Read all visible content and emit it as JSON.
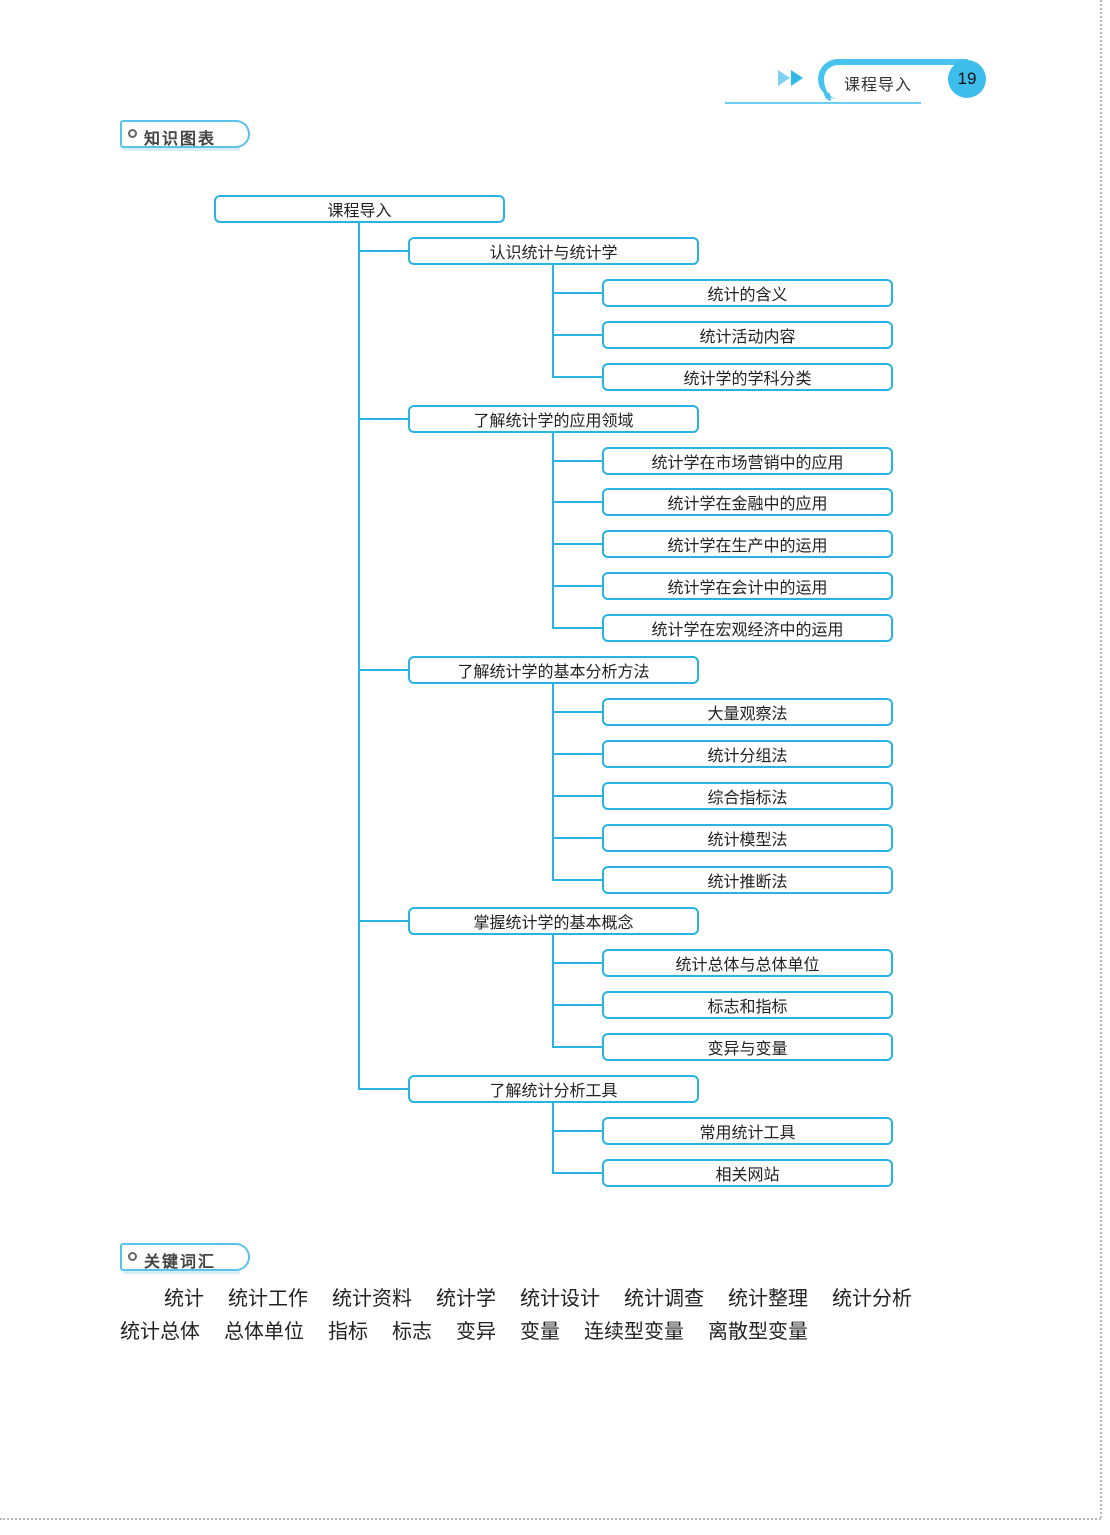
{
  "header": {
    "section_title": "课程导入",
    "page_number": "19",
    "icons": [
      "double-arrow-icon"
    ]
  },
  "knowledge_chart": {
    "label": "知识图表",
    "root": "课程导入",
    "branches": [
      {
        "label": "认识统计与统计学",
        "children": [
          "统计的含义",
          "统计活动内容",
          "统计学的学科分类"
        ]
      },
      {
        "label": "了解统计学的应用领域",
        "children": [
          "统计学在市场营销中的应用",
          "统计学在金融中的应用",
          "统计学在生产中的运用",
          "统计学在会计中的运用",
          "统计学在宏观经济中的运用"
        ]
      },
      {
        "label": "了解统计学的基本分析方法",
        "children": [
          "大量观察法",
          "统计分组法",
          "综合指标法",
          "统计模型法",
          "统计推断法"
        ]
      },
      {
        "label": "掌握统计学的基本概念",
        "children": [
          "统计总体与总体单位",
          "标志和指标",
          "变异与变量"
        ]
      },
      {
        "label": "了解统计分析工具",
        "children": [
          "常用统计工具",
          "相关网站"
        ]
      }
    ]
  },
  "key_vocabulary": {
    "label": "关键词汇",
    "rows": [
      [
        "统计",
        "统计工作",
        "统计资料",
        "统计学",
        "统计设计",
        "统计调查",
        "统计整理",
        "统计分析"
      ],
      [
        "统计总体",
        "总体单位",
        "指标",
        "标志",
        "变异",
        "变量",
        "连续型变量",
        "离散型变量"
      ]
    ]
  },
  "colors": {
    "accent": "#29b3e4",
    "accent_light": "#6ccdf0",
    "page_badge": "#3dbdec"
  }
}
